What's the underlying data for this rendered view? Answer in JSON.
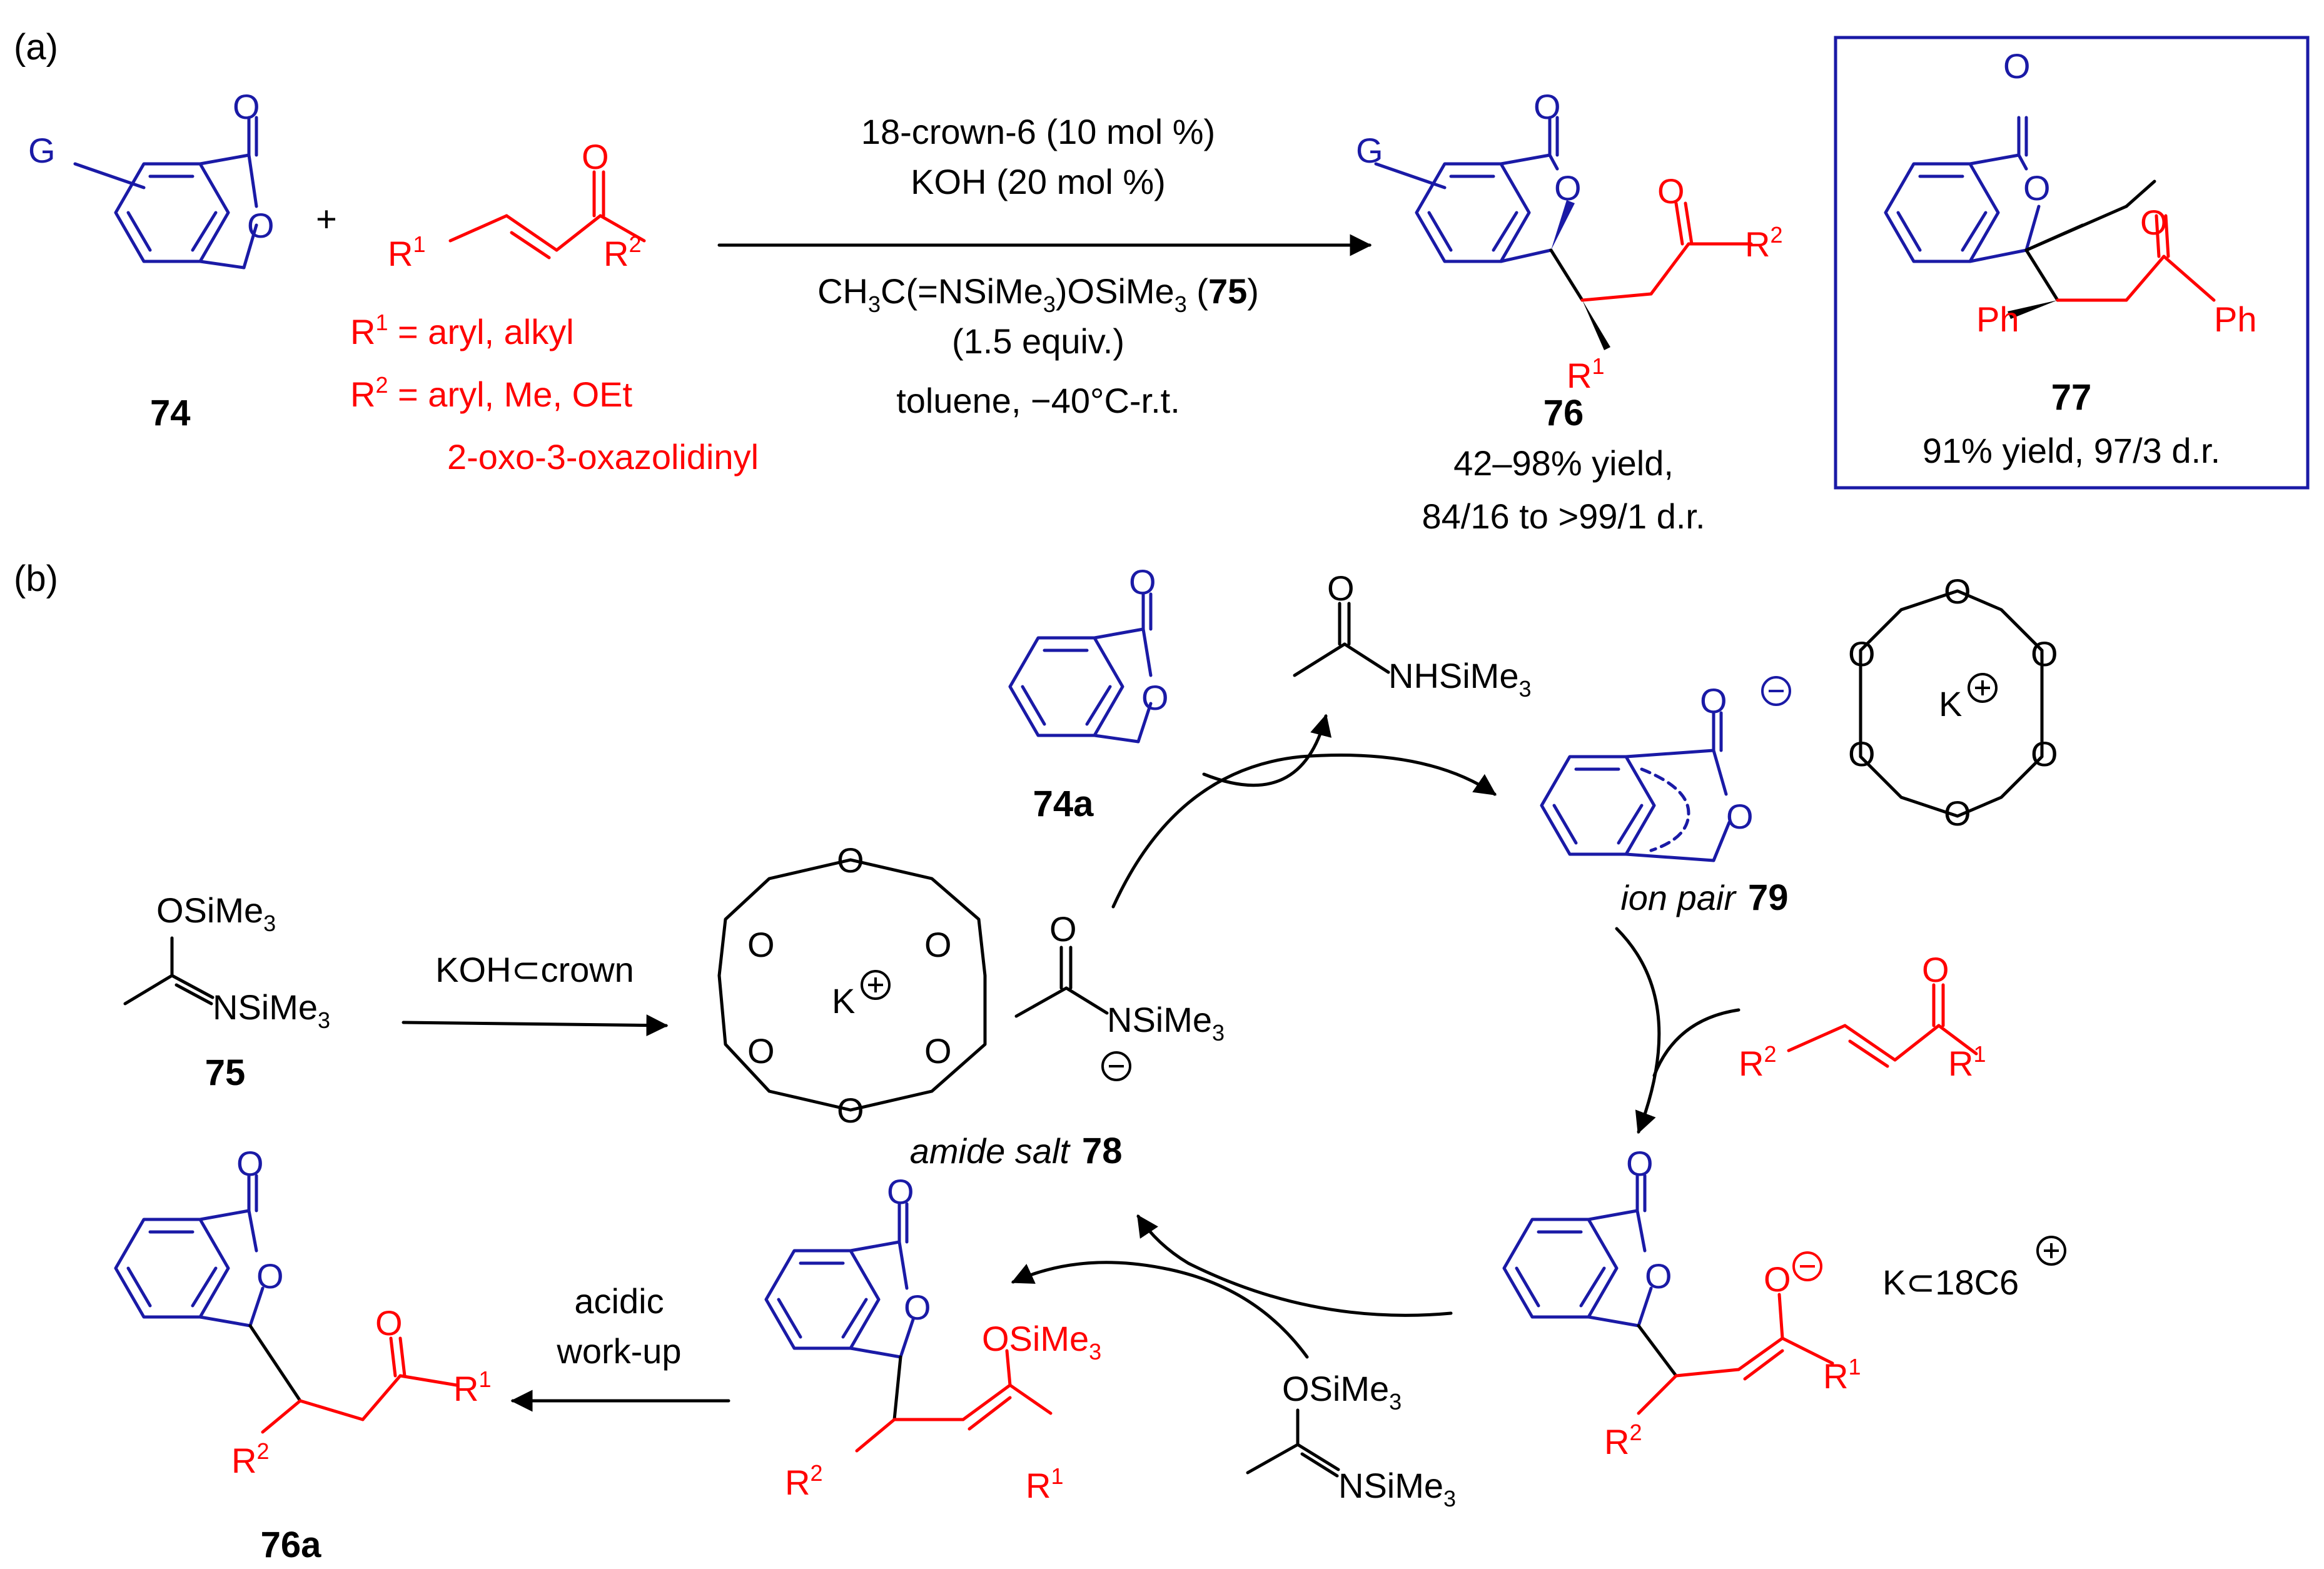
{
  "panel_a": {
    "label": "(a)",
    "compound_74": "74",
    "plus": "+",
    "g_label": "G",
    "r1_def": "R",
    "r1_def_rest": " = aryl, alkyl",
    "r2_def": "R",
    "r2_def_rest": " = aryl, Me, OEt",
    "r2_def_extra": "2-oxo-3-oxazolidinyl",
    "cond1": "18-crown-6 (10 mol %)",
    "cond2": "KOH (20 mol %)",
    "cond3": "CH3C(=NSiMe3)OSiMe3 (75)",
    "cond4": "(1.5 equiv.)",
    "cond5": "toluene, −40°C-r.t.",
    "compound_76": "76",
    "yield_76": "42–98% yield,",
    "dr_76": "84/16 to >99/1 d.r.",
    "compound_77": "77",
    "yield_77": "91% yield, 97/3 d.r."
  },
  "panel_b": {
    "label": "(b)",
    "compound_74a": "74a",
    "byproduct": "NHSiMe3",
    "compound_75": "75",
    "reagent_75_top": "OSiMe3",
    "reagent_75_bottom": "NSiMe3",
    "arrow_label": "KOH⊂crown",
    "amide_salt_label": "amide salt",
    "compound_78": "78",
    "amide_n": "NSiMe3",
    "ion_pair_label": "ion pair",
    "compound_79": "79",
    "k_plus": "K",
    "k_complex": "K⊂18C6",
    "workup1": "acidic",
    "workup2": "work-up",
    "compound_76a": "76a",
    "otms": "OSiMe3",
    "reagent_bottom_top": "OSiMe3",
    "reagent_bottom_n": "NSiMe3"
  },
  "colors": {
    "substrate": "#1a1aa6",
    "enone": "#ff0000",
    "reagent": "#000000"
  }
}
